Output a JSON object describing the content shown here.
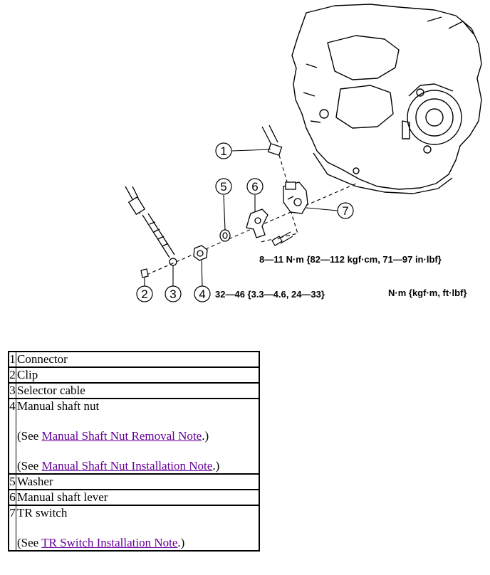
{
  "diagram": {
    "callouts": [
      "1",
      "2",
      "3",
      "4",
      "5",
      "6",
      "7"
    ],
    "torque_tr_switch": "8—11 N·m {82—112 kgf·cm, 71—97 in·lbf}",
    "torque_shaft_nut": "32—46 {3.3—4.6, 24—33}",
    "unit_legend": "N·m {kgf·m, ft·lbf}"
  },
  "parts": [
    {
      "num": "1",
      "name": "Connector",
      "notes": []
    },
    {
      "num": "2",
      "name": "Clip",
      "notes": []
    },
    {
      "num": "3",
      "name": "Selector cable",
      "notes": []
    },
    {
      "num": "4",
      "name": "Manual shaft nut",
      "notes": [
        {
          "prefix": "(See ",
          "link": "Manual Shaft Nut Removal Note",
          "suffix": ".)"
        },
        {
          "prefix": "(See ",
          "link": "Manual Shaft Nut Installation Note",
          "suffix": ".)"
        }
      ]
    },
    {
      "num": "5",
      "name": "Washer",
      "notes": []
    },
    {
      "num": "6",
      "name": "Manual shaft lever",
      "notes": []
    },
    {
      "num": "7",
      "name": "TR switch",
      "notes": [
        {
          "prefix": "(See ",
          "link": "TR Switch Installation Note",
          "suffix": ".)"
        }
      ]
    }
  ]
}
